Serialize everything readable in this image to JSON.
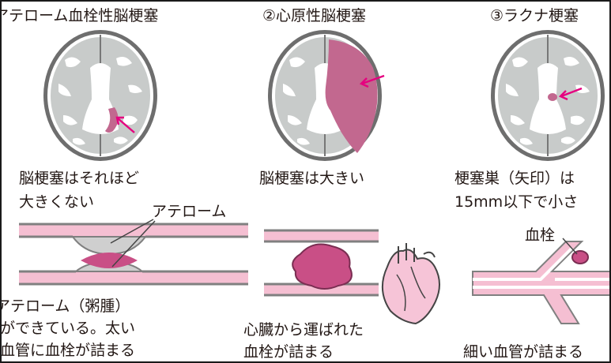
{
  "panels": [
    {
      "title": "アテローム血栓性脳梗塞",
      "caption_lines": [
        "脳梗塞はそれほど",
        "大きくない"
      ],
      "vessel_label": "アテローム",
      "vessel_caption_lines": [
        "アテローム（粥腫）",
        "ができている。太い",
        "血管に血栓が詰まる"
      ]
    },
    {
      "title": "②心原性脳梗塞",
      "caption_lines": [
        "脳梗塞は大きい"
      ],
      "vessel_caption_lines": [
        "心臓から運ばれた",
        "血栓が詰まる"
      ]
    },
    {
      "title": "③ラクナ梗塞",
      "caption_lines": [
        "梗塞巣（矢印）は",
        "15mm以下で小さ"
      ],
      "vessel_label": "血栓",
      "vessel_caption_lines": [
        "細い血管が詰まる"
      ]
    }
  ],
  "colors": {
    "infarct": "#c2688f",
    "arrow": "#e5007f",
    "vessel_wall": "#f5bfd2",
    "vessel_outline": "#808080",
    "thrombus": "#c94f86",
    "atheroma": "#cfcfcf",
    "heart": "#f6c4d7",
    "brain_gray": "#c8cbca",
    "brain_white": "#ffffff"
  }
}
